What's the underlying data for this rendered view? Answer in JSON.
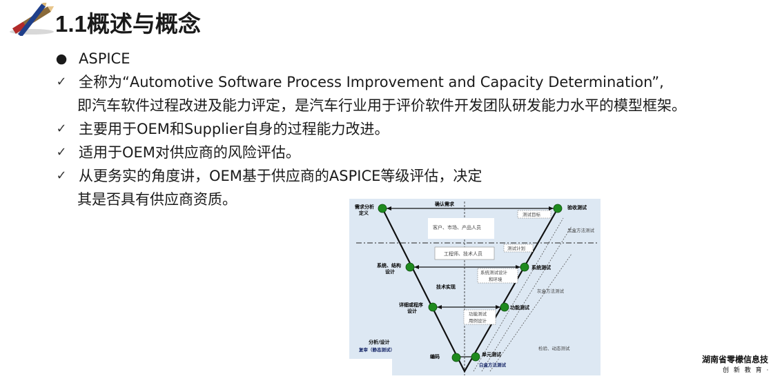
{
  "title": {
    "number": "1.1",
    "text": "概述与概念"
  },
  "icons": {
    "header": "pencil-ruler-icon",
    "bullet_dot": "bullet-dot-icon",
    "check": "check-icon"
  },
  "bullets": [
    {
      "marker": "●",
      "text": "ASPICE"
    },
    {
      "marker": "✓",
      "text": "全称为“Automotive Software Process Improvement and Capacity Determination”,",
      "text2": "即汽车软件过程改进及能力评定，是汽车行业用于评价软件开发团队研发能力水平的模型框架。"
    },
    {
      "marker": "✓",
      "text": "主要用于OEM和Supplier自身的过程能力改进。"
    },
    {
      "marker": "✓",
      "text": "适用于OEM对供应商的风险评估。"
    },
    {
      "marker": "✓",
      "text": "从更务实的角度讲，OEM基于供应商的ASPICE等级评估，决定",
      "text2": "其是否具有供应商资质。"
    }
  ],
  "diagram": {
    "left_nodes": [
      "需求分析",
      "定义",
      "系统、结构",
      "设计",
      "详细或程序",
      "设计",
      "编码"
    ],
    "right_nodes": [
      "验收测试",
      "系统测试",
      "功能测试",
      "单元测试"
    ],
    "arrows": [
      "确认需求",
      "技术实现"
    ],
    "boxes": [
      "客户、市场、产品人员",
      "工程师、技术人员"
    ],
    "plans": [
      "测试目标",
      "测试计划",
      "系统测试设计",
      "和环境",
      "功能测试",
      "用例设计"
    ],
    "methods": [
      "黑盒方法测试",
      "灰盒方法测试",
      "白盒方法测试",
      "检验、动态测试"
    ],
    "bottom_left": [
      "分析/设计",
      "复审（静态测试）"
    ],
    "colors": {
      "node": "#1e8a1e",
      "background": "#dde8f3",
      "line": "#111111"
    }
  },
  "footer": {
    "org": "湖南省零檬信息技",
    "slogan": "创 新 教 育 · 赢"
  }
}
